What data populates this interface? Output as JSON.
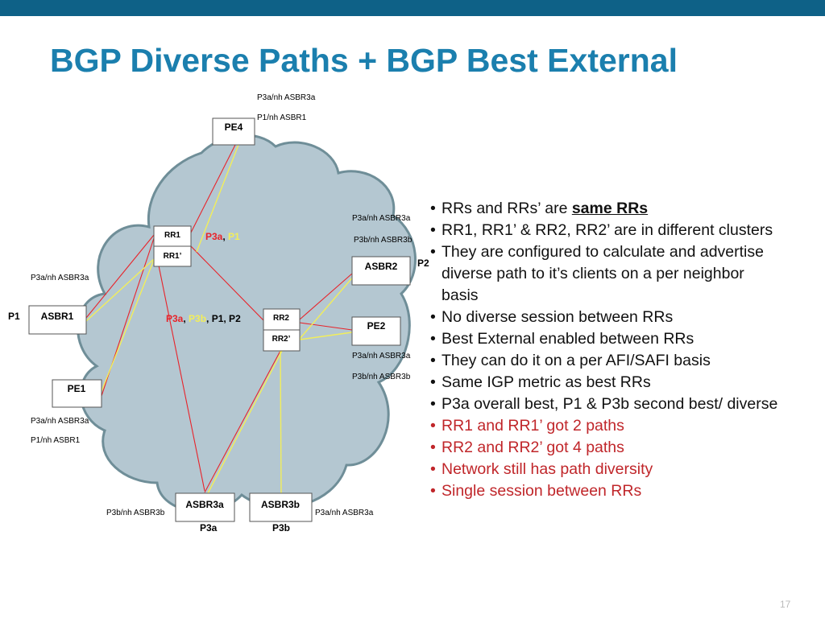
{
  "slide": {
    "title": "BGP Diverse Paths + BGP Best External",
    "page_number": "17"
  },
  "theme": {
    "top_bar_color": "#0e6187",
    "title_color": "#1b7fae",
    "cloud_fill": "#b4c7d1",
    "cloud_stroke": "#6f8e98",
    "red_line": "#e8232a",
    "yellow_line": "#f2ee5a",
    "bullet_red": "#c0262a"
  },
  "diagram": {
    "nodes": {
      "pe4": "PE4",
      "rr1": "RR1",
      "rr1p": "RR1’",
      "asbr2": "ASBR2",
      "asbr1": "ASBR1",
      "rr2": "RR2",
      "rr2p": "RR2’",
      "pe2": "PE2",
      "pe1": "PE1",
      "asbr3a": "ASBR3a",
      "asbr3b": "ASBR3b"
    },
    "labels": {
      "pe4_a": "P3a/nh ASBR3a",
      "pe4_b": "P1/nh ASBR1",
      "asbr2_a": "P3a/nh ASBR3a",
      "asbr2_b": "P3b/nh ASBR3b",
      "asbr1_a": "P3a/nh ASBR3a",
      "pe2_a": "P3a/nh ASBR3a",
      "pe2_b": "P3b/nh ASBR3b",
      "pe1_a": "P3a/nh ASBR3a",
      "pe1_b": "P1/nh ASBR1",
      "asbr3a_path": "P3b/nh ASBR3b",
      "asbr3b_path": "P3a/nh ASBR3a"
    },
    "prefixes": {
      "p1": "P1",
      "p2": "P2",
      "p3a": "P3a",
      "p3b": "P3b"
    },
    "rr1_paths": {
      "p3a": "P3a",
      "comma": ", ",
      "p1": "P1"
    },
    "rr2_paths": {
      "p3a": "P3a",
      "comma1": ", ",
      "p3b": "P3b",
      "rest": ", P1, P2"
    }
  },
  "bullets": [
    {
      "text": "RRs and RRs’ are ",
      "emph": "same RRs"
    },
    {
      "text": "RR1, RR1’ & RR2, RR2’ are in different clusters"
    },
    {
      "text": "They are configured to calculate and advertise diverse path to it’s clients on a per neighbor basis"
    },
    {
      "text": "No diverse session between RRs"
    },
    {
      "text": "Best External enabled between RRs"
    },
    {
      "text": "They can do it on a per AFI/SAFI basis"
    },
    {
      "text": "Same IGP metric as best RRs"
    },
    {
      "text": "P3a overall best, P1 & P3b second best/ diverse"
    },
    {
      "text": "RR1 and RR1’ got 2 paths"
    },
    {
      "text": "RR2 and RR2’ got 4 paths"
    },
    {
      "text": "Network still has path diversity"
    },
    {
      "text": "Single session between RRs"
    }
  ]
}
